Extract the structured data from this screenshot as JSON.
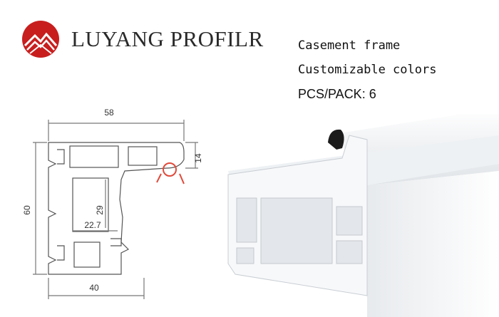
{
  "brand": {
    "name": "LUYANG PROFILR",
    "logo_color": "#c81e1e"
  },
  "info": {
    "line1": "Casement frame",
    "line2": "Customizable colors",
    "line3": "PCS/PACK: 6"
  },
  "drawing": {
    "dim_top": "58",
    "dim_right": "14",
    "dim_left": "60",
    "dim_middle": "29",
    "dim_inner": "22.7",
    "dim_bottom": "40",
    "seal_color": "#e04a3a"
  },
  "render": {
    "profile_color": "#f2f4f6",
    "gasket_color": "#1b1b1b"
  }
}
